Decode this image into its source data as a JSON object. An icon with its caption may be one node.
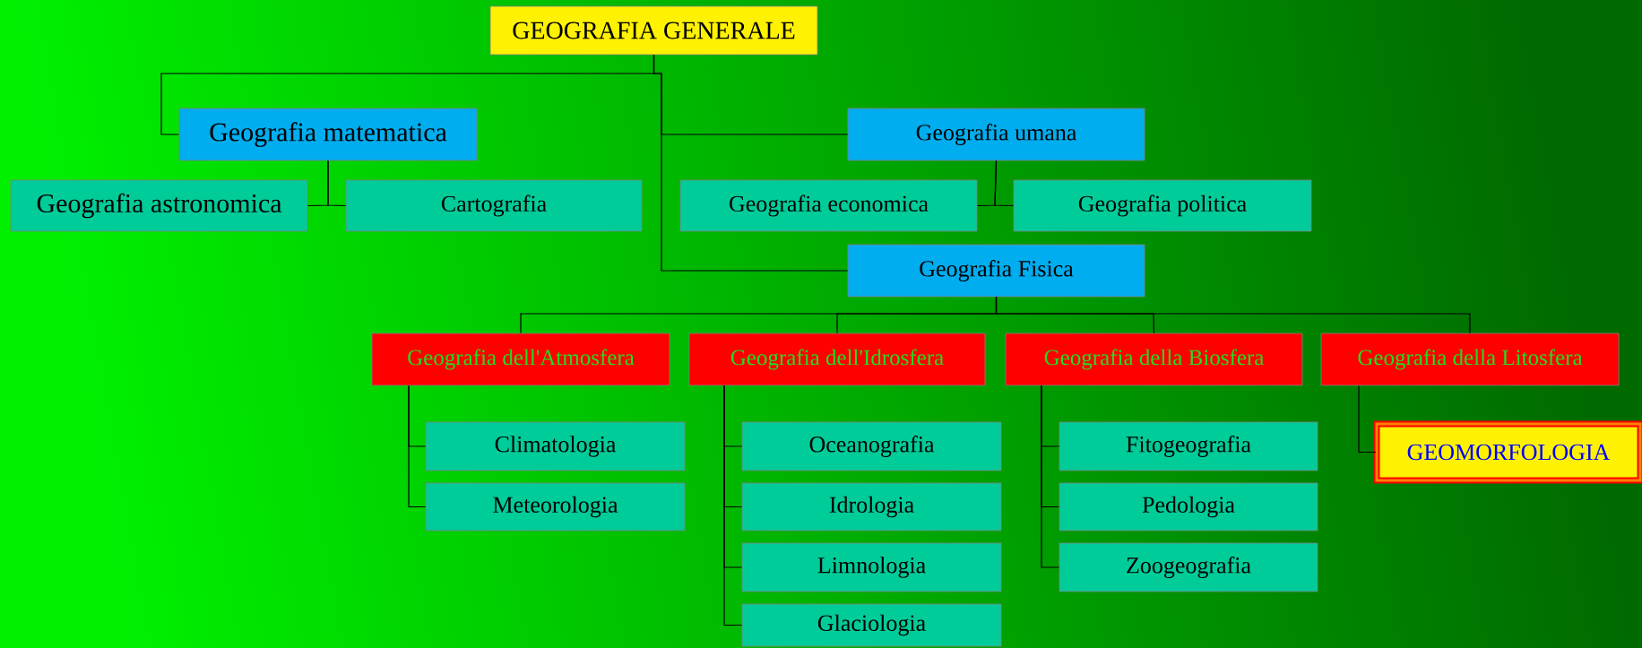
{
  "diagram": {
    "nodes": [
      {
        "text": [
          "GEOGRAFIA GENERALE"
        ]
      },
      {
        "text": [
          "Geografia matematica"
        ]
      },
      {
        "text": [
          "Geografia astronomica"
        ]
      },
      {
        "text": [
          "Cartografia"
        ]
      },
      {
        "text": [
          "Geografia umana"
        ]
      },
      {
        "text": [
          "Geografia economica"
        ]
      },
      {
        "text": [
          "Geografia politica"
        ]
      },
      {
        "text": [
          "Geografia Fisica"
        ]
      },
      {
        "text": [
          "Geografia dell'Atmosfera"
        ]
      },
      {
        "text": [
          "Geografia dell'Idrosfera"
        ]
      },
      {
        "text": [
          "Geografia della Biosfera"
        ]
      },
      {
        "text": [
          "Geografia della Litosfera"
        ]
      },
      {
        "text": [
          "Climatologia"
        ]
      },
      {
        "text": [
          "Meteorologia"
        ]
      },
      {
        "text": [
          "Oceanografia"
        ]
      },
      {
        "text": [
          "Idrologia"
        ]
      },
      {
        "text": [
          "Limnologia"
        ]
      },
      {
        "text": [
          "Glaciologia"
        ]
      },
      {
        "text": [
          "Fitogeografia"
        ]
      },
      {
        "text": [
          "Pedologia"
        ]
      },
      {
        "text": [
          "Zoogeografia"
        ]
      },
      {
        "text": [
          "GEOMORFOLOGIA"
        ]
      }
    ],
    "edges": [
      {
        "from": 0,
        "to": 1,
        "arrow": "none"
      },
      {
        "from": 0,
        "to": 4,
        "arrow": "none"
      },
      {
        "from": 0,
        "to": 7,
        "arrow": "none"
      },
      {
        "from": 1,
        "to": 2,
        "arrow": "none"
      },
      {
        "from": 1,
        "to": 3,
        "arrow": "none"
      },
      {
        "from": 4,
        "to": 5,
        "arrow": "none"
      },
      {
        "from": 4,
        "to": 6,
        "arrow": "none"
      },
      {
        "from": 7,
        "to": 8,
        "arrow": "none"
      },
      {
        "from": 7,
        "to": 9,
        "arrow": "none"
      },
      {
        "from": 7,
        "to": 10,
        "arrow": "none"
      },
      {
        "from": 7,
        "to": 11,
        "arrow": "none"
      },
      {
        "from": 8,
        "to": 12,
        "arrow": "none"
      },
      {
        "from": 8,
        "to": 13,
        "arrow": "none"
      },
      {
        "from": 9,
        "to": 14,
        "arrow": "none"
      },
      {
        "from": 9,
        "to": 15,
        "arrow": "none"
      },
      {
        "from": 9,
        "to": 16,
        "arrow": "none"
      },
      {
        "from": 9,
        "to": 17,
        "arrow": "none"
      },
      {
        "from": 10,
        "to": 18,
        "arrow": "none"
      },
      {
        "from": 10,
        "to": 19,
        "arrow": "none"
      },
      {
        "from": 10,
        "to": 20,
        "arrow": "none"
      },
      {
        "from": 11,
        "to": 21,
        "arrow": "none"
      }
    ]
  }
}
